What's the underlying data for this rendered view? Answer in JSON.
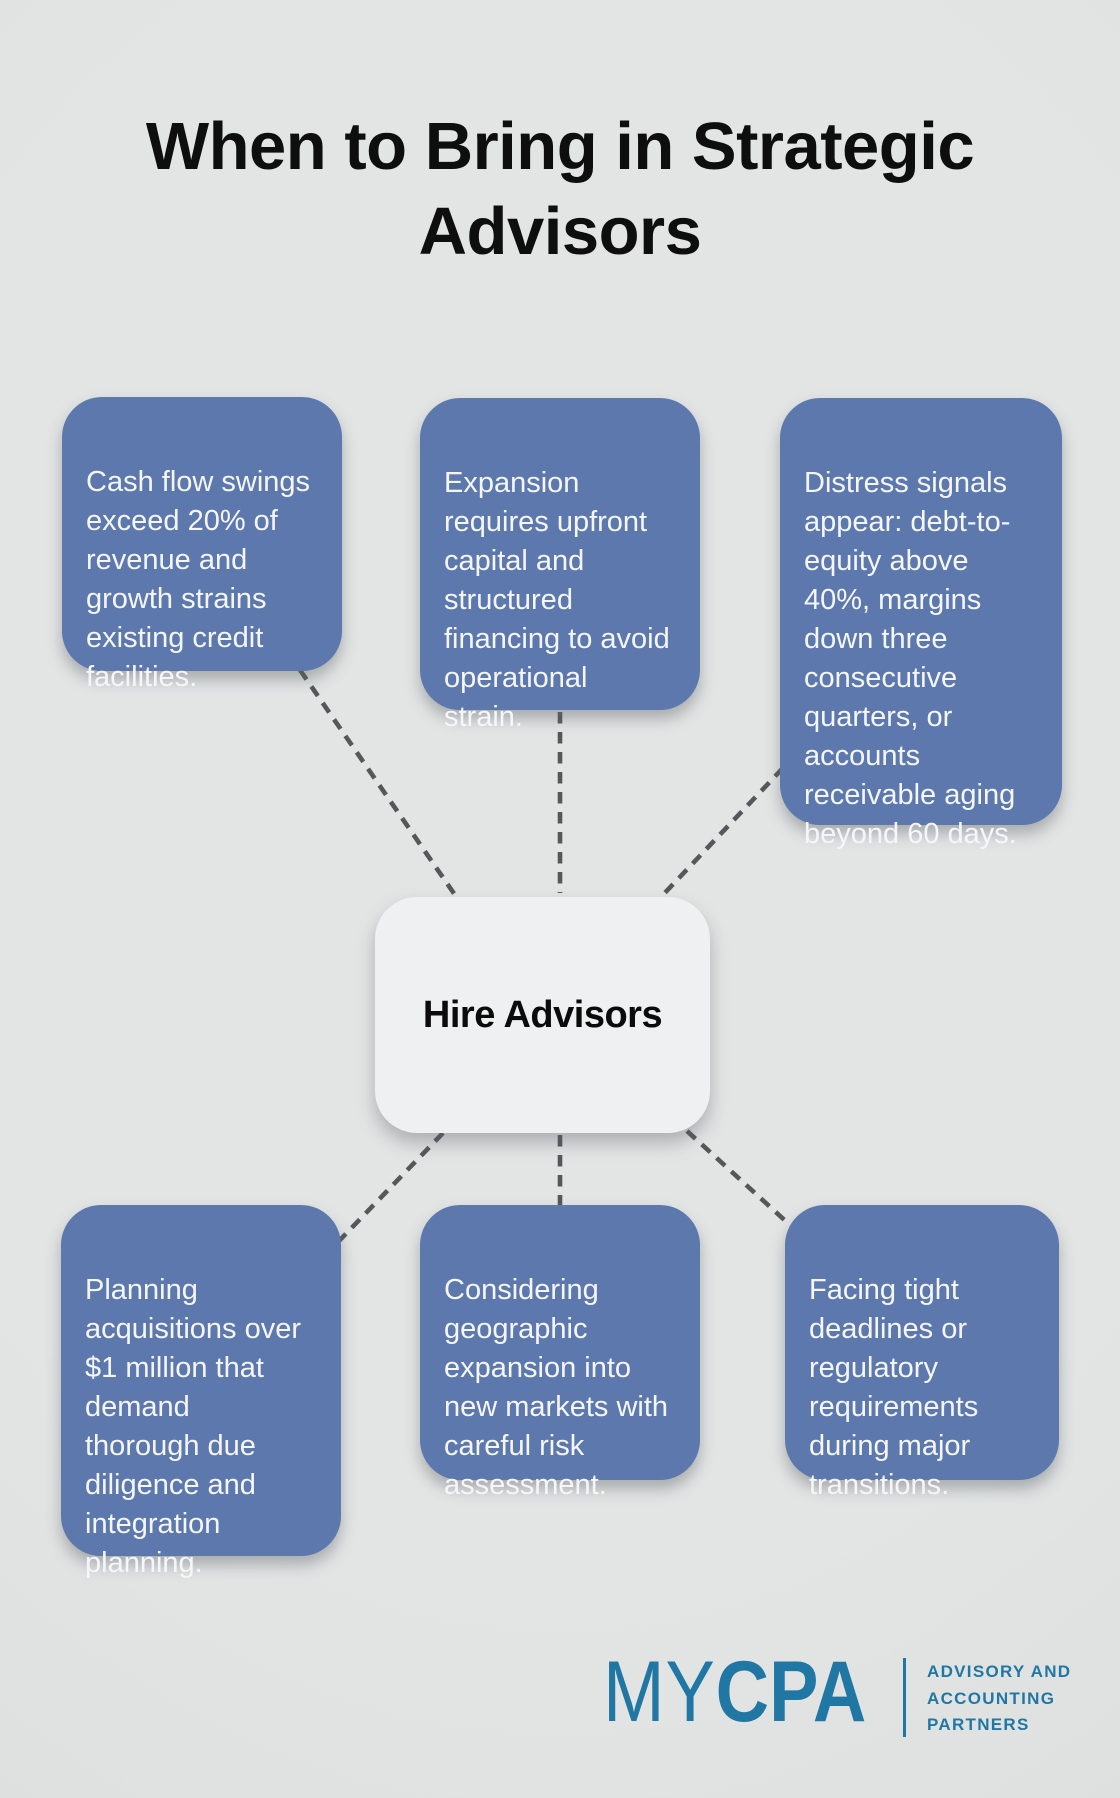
{
  "title": {
    "text": "When to Bring in Strategic Advisors"
  },
  "center_node": {
    "label": "Hire Advisors"
  },
  "reason_cards": [
    {
      "id": "top-left",
      "text": "Cash flow swings\nexceed 20% of\nrevenue and\ngrowth strains\nexisting credit\nfacilities."
    },
    {
      "id": "top-middle",
      "text": "Expansion\nrequires upfront\ncapital and\nstructured\nfinancing to avoid\noperational\nstrain."
    },
    {
      "id": "top-right",
      "text": "Distress signals\nappear: debt-to-\nequity above\n40%, margins\ndown three\nconsecutive\nquarters, or\naccounts\nreceivable aging\nbeyond 60 days."
    },
    {
      "id": "bottom-left",
      "text": "Planning\nacquisitions over\n$1 million that\ndemand\nthorough due\ndiligence and\nintegration\nplanning."
    },
    {
      "id": "bottom-middle",
      "text": "Considering\ngeographic\nexpansion into\nnew markets with\ncareful risk\nassessment."
    },
    {
      "id": "bottom-right",
      "text": "Facing tight\ndeadlines or\nregulatory\nrequirements\nduring major\ntransitions."
    }
  ],
  "footer_logo": {
    "brand_thin": "MY",
    "brand_bold": "CPA",
    "tagline_lines": [
      "ADVISORY AND",
      "ACCOUNTING",
      "PARTNERS"
    ]
  },
  "colors": {
    "background": "#e0e2e2",
    "card_blue": "#5d78ad",
    "card_text": "#f4f6f9",
    "center_node_bg": "#eef0f2",
    "title_text": "#0e0e0f",
    "connector_gray": "#56575a",
    "logo_teal": "#2077a4"
  }
}
